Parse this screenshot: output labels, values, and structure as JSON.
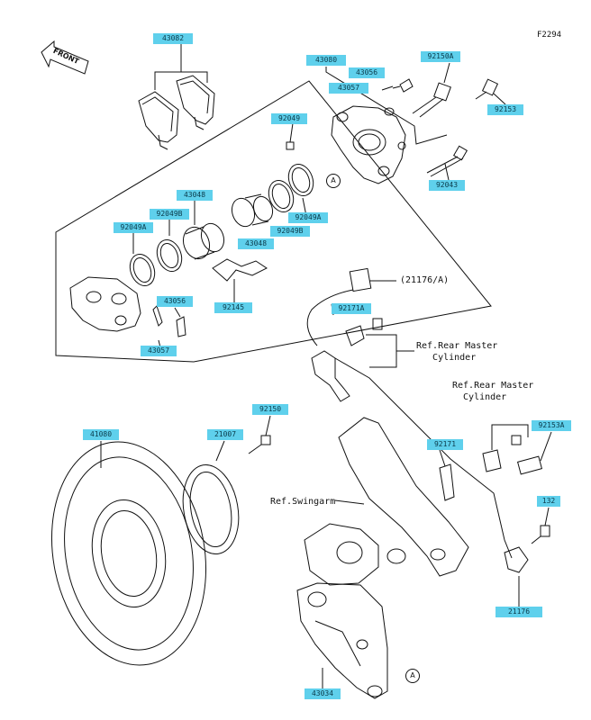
{
  "figure_code": "F2294",
  "direction_label": "FRONT",
  "callouts": [
    "A",
    "A"
  ],
  "parts": {
    "p43082": "43082",
    "p43080": "43080",
    "p43056_top": "43056",
    "p43057_top": "43057",
    "p92150A": "92150A",
    "p92153": "92153",
    "p92049": "92049",
    "p92043": "92043",
    "p92049A_top": "92049A",
    "p92049B_top": "92049B",
    "p43048_top": "43048",
    "p43048_mid": "43048",
    "p92049B_left": "92049B",
    "p92049A_left": "92049A",
    "p92145": "92145",
    "p43056_low": "43056",
    "p43057_low": "43057",
    "p92171A": "92171A",
    "p41080": "41080",
    "p21007": "21007",
    "p92150": "92150",
    "p92171": "92171",
    "p92153A": "92153A",
    "p132": "132",
    "p21176": "21176",
    "p43034": "43034"
  },
  "refs": {
    "connector": "(21176/A)",
    "master_cyl_1": "Ref.Rear Master\n   Cylinder",
    "master_cyl_2": "Ref.Rear Master\n  Cylinder",
    "swingarm": "Ref.Swingarm"
  }
}
